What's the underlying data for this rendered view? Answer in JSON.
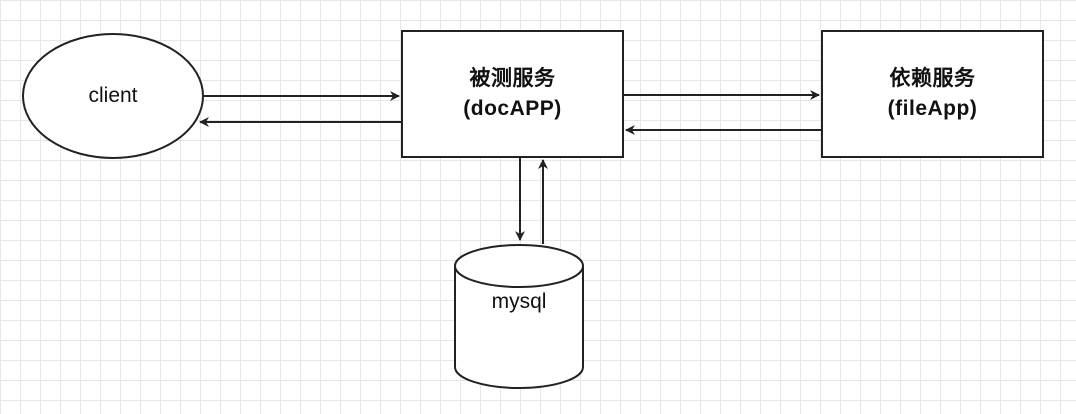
{
  "diagram": {
    "nodes": {
      "client": {
        "label": "client"
      },
      "service_under_test": {
        "name": "被测服务",
        "app": "(docAPP)"
      },
      "dependent_service": {
        "name": "依赖服务",
        "app": "(fileApp)"
      },
      "database": {
        "label": "mysql"
      }
    },
    "edges": [
      {
        "from": "client",
        "to": "service_under_test"
      },
      {
        "from": "service_under_test",
        "to": "client"
      },
      {
        "from": "service_under_test",
        "to": "dependent_service"
      },
      {
        "from": "dependent_service",
        "to": "service_under_test"
      },
      {
        "from": "service_under_test",
        "to": "database"
      },
      {
        "from": "database",
        "to": "service_under_test"
      }
    ]
  }
}
